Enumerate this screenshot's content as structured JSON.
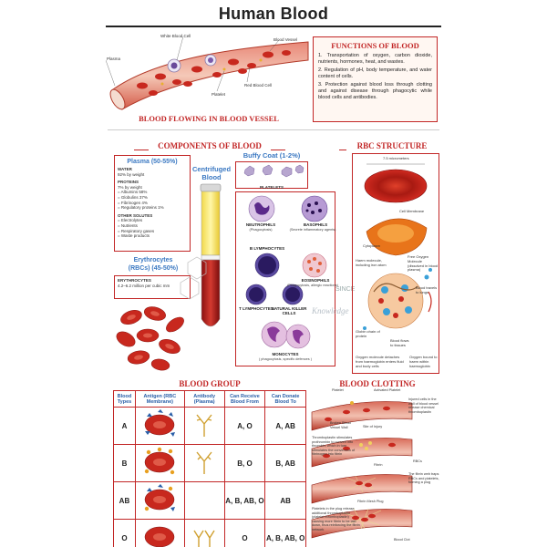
{
  "title": "Human Blood",
  "vessel": {
    "caption": "BLOOD FLOWING IN BLOOD VESSEL",
    "labels": {
      "plasma": "Plasma",
      "wbc": "White Blood Cell",
      "vessel": "Blood Vessel",
      "rbc": "Red Blood Cell",
      "platelet": "Platelet"
    }
  },
  "functions": {
    "title": "FUNCTIONS OF BLOOD",
    "items": [
      "1. Transportation of oxygen, carbon dioxide, nutrients, hormones, heat, and wastes.",
      "2. Regulation of pH, body temperature, and water content of cells.",
      "3. Protection against blood loss through clotting and against disease through phagocytic while blood cells and antibodies."
    ]
  },
  "components": {
    "title": "COMPONENTS OF BLOOD",
    "plasma_title": "Plasma (50-55%)",
    "water_head": "WATER",
    "water_text": "92% by weight",
    "proteins_head": "PROTEINS",
    "proteins_lines": [
      "7% by weight",
      "= Albumins 58%",
      "= Globulins 37%",
      "= Fibrinogen 4%",
      "= Regulatory proteins 1%"
    ],
    "solutes_head": "OTHER SOLUTES",
    "solutes_lines": [
      "= Electrolytes",
      "= Nutrients",
      "= Respiratory gases",
      "= Waste products"
    ],
    "ery_title_1": "Erythrocytes",
    "ery_title_2": "(RBCs) (45-50%)",
    "ery_head": "ERYTHROCYTES",
    "ery_text": "4.2–6.2 million per cubic mm",
    "centrifuged_1": "Centrifuged",
    "centrifuged_2": "Blood",
    "buffy_title": "Buffy Coat (1-2%)",
    "platelets": "PLATELETS",
    "wbc": [
      {
        "name": "NEUTROPHILS",
        "sub": "(Phagocytosis)"
      },
      {
        "name": "BASOPHILS",
        "sub": "(Secrete inflammatory agents)"
      },
      {
        "name": "B LYMPHOCYTES",
        "sub": ""
      },
      {
        "name": "EOSINOPHILS",
        "sub": "(Phagocytosis, allergic reactions)"
      },
      {
        "name": "T LYMPHOCYTES",
        "sub": ""
      },
      {
        "name": "NATURAL KILLER CELLS",
        "sub": ""
      },
      {
        "name": "MONOCYTES",
        "sub": "( phagocytosis, specific defences )"
      }
    ]
  },
  "rbc_structure": {
    "title": "RBC STRUCTURE",
    "labels": {
      "size": "7.5 micrometers",
      "membrane": "Cell Membrane",
      "cytoplasm": "Cytoplasm",
      "haem": "Haem molecule, including iron atom",
      "free_o2": "Free Oxygen Molecule (dissolved in blood plasma)",
      "to_lungs": "Blood travels to lungs",
      "globin": "Globin chain of protein",
      "to_tissues": "Blood flows to tissues",
      "detach": "Oxygen molecule detaches from haemoglobin enters fluid and body cells",
      "bound": "Oxygen bound to haem within haemoglobin"
    }
  },
  "blood_group": {
    "title": "BLOOD GROUP",
    "headers": [
      "Blood Types",
      "Antigen (RBC Membrane)",
      "Antibody (Plasma)",
      "Can Receive Blood From",
      "Can Donate Blood To"
    ],
    "rows": [
      {
        "type": "A",
        "receive": "A, O",
        "donate": "A, AB"
      },
      {
        "type": "B",
        "receive": "B, O",
        "donate": "B, AB"
      },
      {
        "type": "AB",
        "receive": "A, B, AB, O",
        "donate": "AB"
      },
      {
        "type": "O",
        "receive": "O",
        "donate": "A, B, AB, O"
      }
    ]
  },
  "clotting": {
    "title": "BLOOD CLOTTING",
    "labels": {
      "platelet": "Platelet",
      "activated": "Activated Platelet",
      "injured": "Injured cells in the wall of blood vessel release chemical thromboplastin",
      "broken": "Broken Blood Vessel Wall",
      "site": "Site of Injury",
      "thrombo": "Thromboplastin stimulates prothrombin to convert into thrombin, which in turn stimulates the conversion of fibrinogen into fibrin",
      "fibrin": "Fibrin",
      "rbcs": "RBCs",
      "trap": "The fibrin web traps RBCs and platelets, forming a plug",
      "plug": "Fibrin Mesh Plug",
      "release": "Platelets in the plug release additional thromboplastin (platelet thromboplastin) causing more fibrin to be laid down, thus reinforcing the fibrin network",
      "clot": "Blood Clot"
    }
  },
  "watermark": {
    "line1": "SINCE",
    "line2": "Knowledge"
  }
}
